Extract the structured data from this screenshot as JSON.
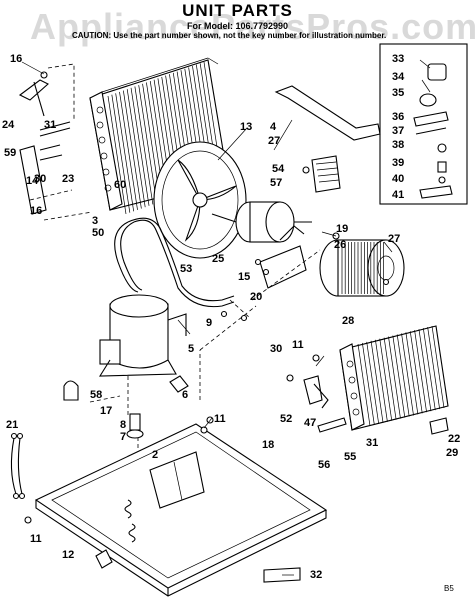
{
  "title": "UNIT PARTS",
  "model": "For Model: 106.7792990",
  "caution": "CAUTION: Use the part number shown, not the key number for illustration number.",
  "watermark": "AppliancePartsPros.com",
  "corner_code": "B5",
  "callouts": [
    "16",
    "24",
    "31",
    "59",
    "14",
    "30",
    "23",
    "16",
    "3",
    "50",
    "13",
    "4",
    "27",
    "54",
    "57",
    "60",
    "53",
    "25",
    "15",
    "20",
    "9",
    "19",
    "26",
    "27",
    "33",
    "34",
    "35",
    "36",
    "37",
    "38",
    "39",
    "40",
    "41",
    "5",
    "58",
    "17",
    "6",
    "21",
    "8",
    "7",
    "11",
    "18",
    "28",
    "11",
    "30",
    "52",
    "47",
    "31",
    "55",
    "56",
    "22",
    "29",
    "2",
    "11",
    "12",
    "32"
  ]
}
